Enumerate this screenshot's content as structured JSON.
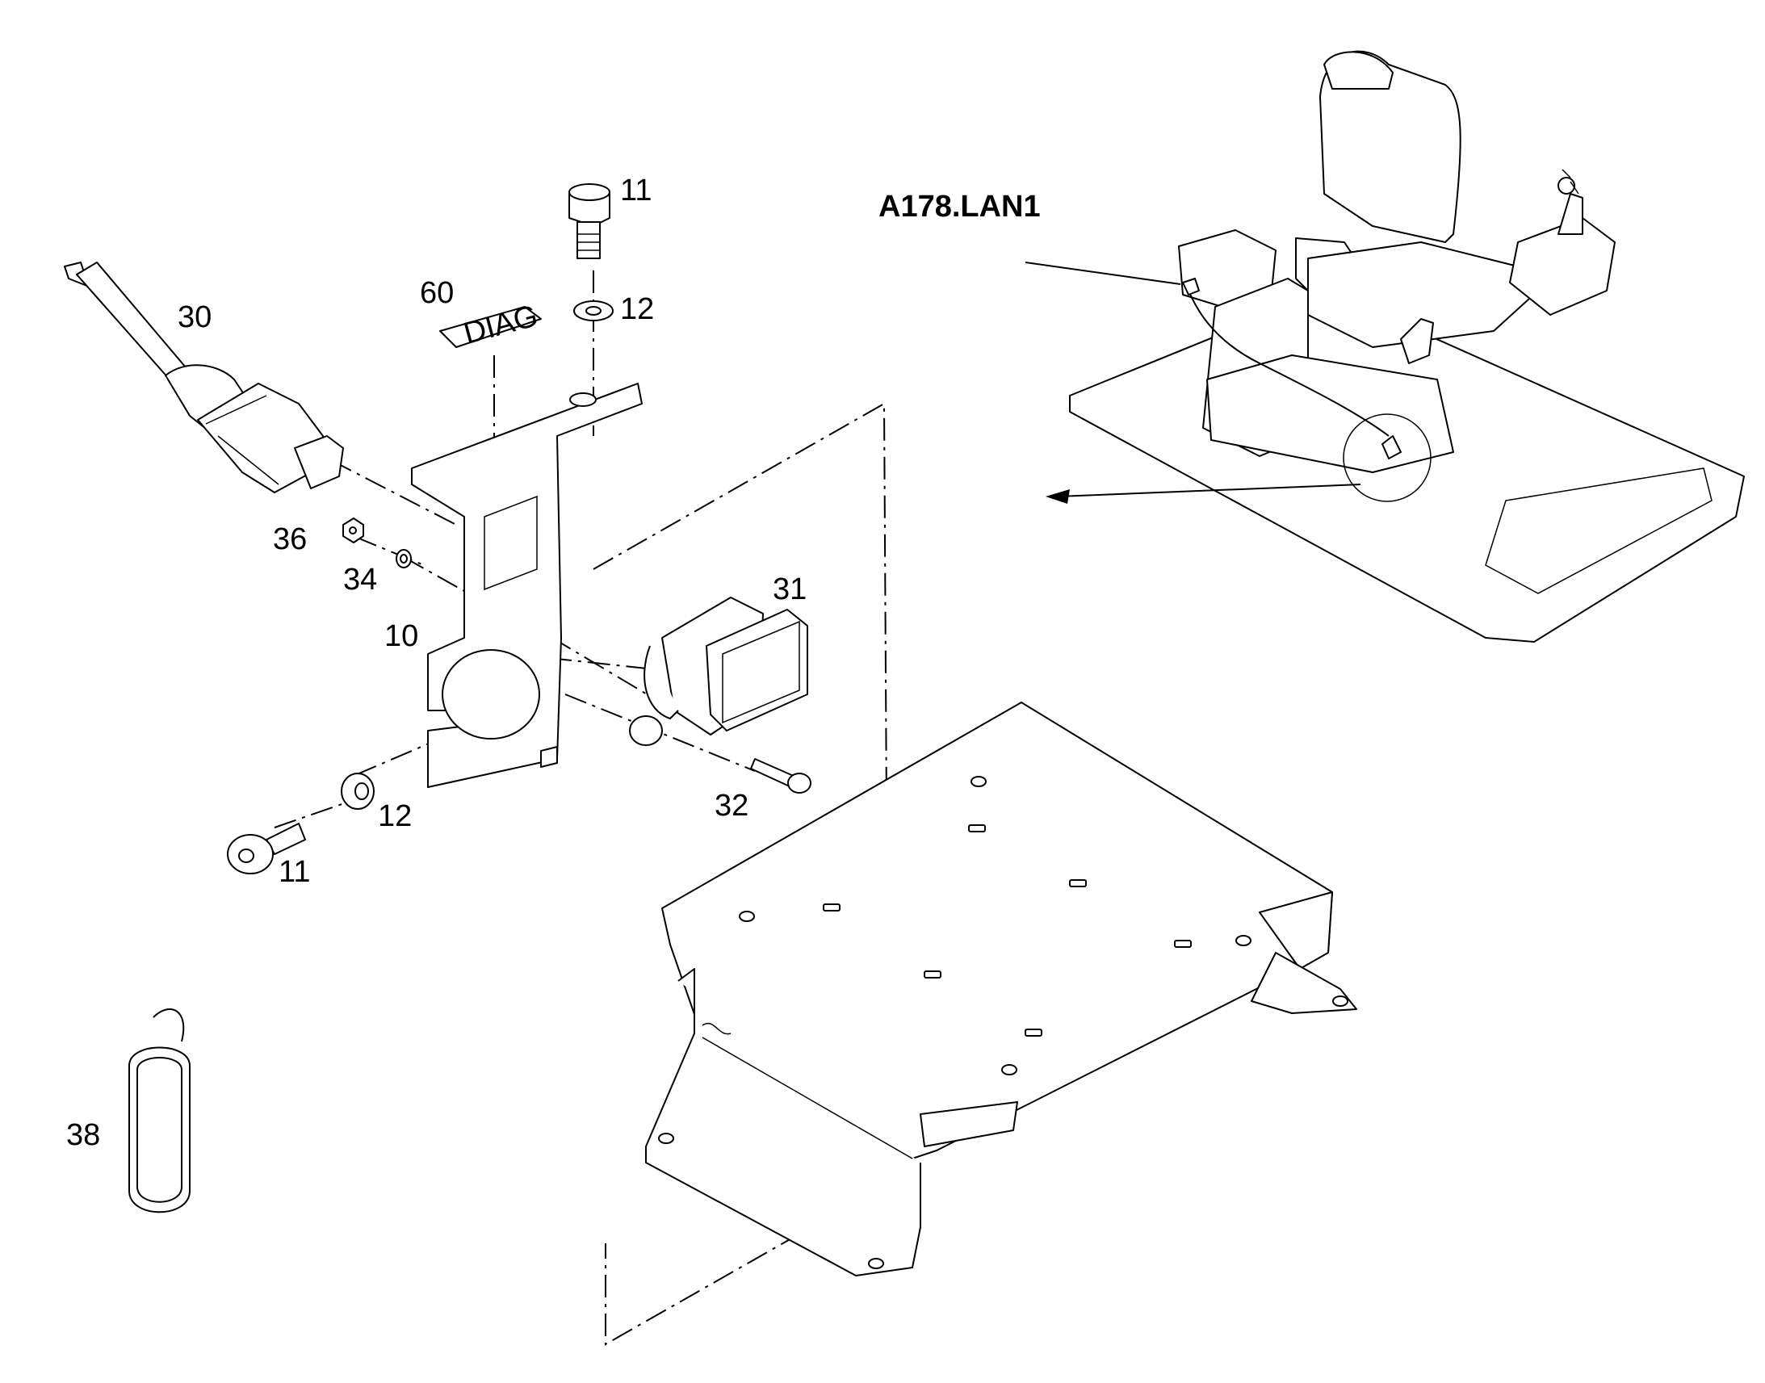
{
  "diagram": {
    "callouts": {
      "c11_top": "11",
      "c12_top": "12",
      "c60": "60",
      "c30": "30",
      "c36": "36",
      "c34": "34",
      "c10": "10",
      "c31": "31",
      "c32": "32",
      "c12_bottom": "12",
      "c11_bottom": "11",
      "c38": "38"
    },
    "reference_label": "A178.LAN1",
    "plate_text": "DIAG"
  }
}
